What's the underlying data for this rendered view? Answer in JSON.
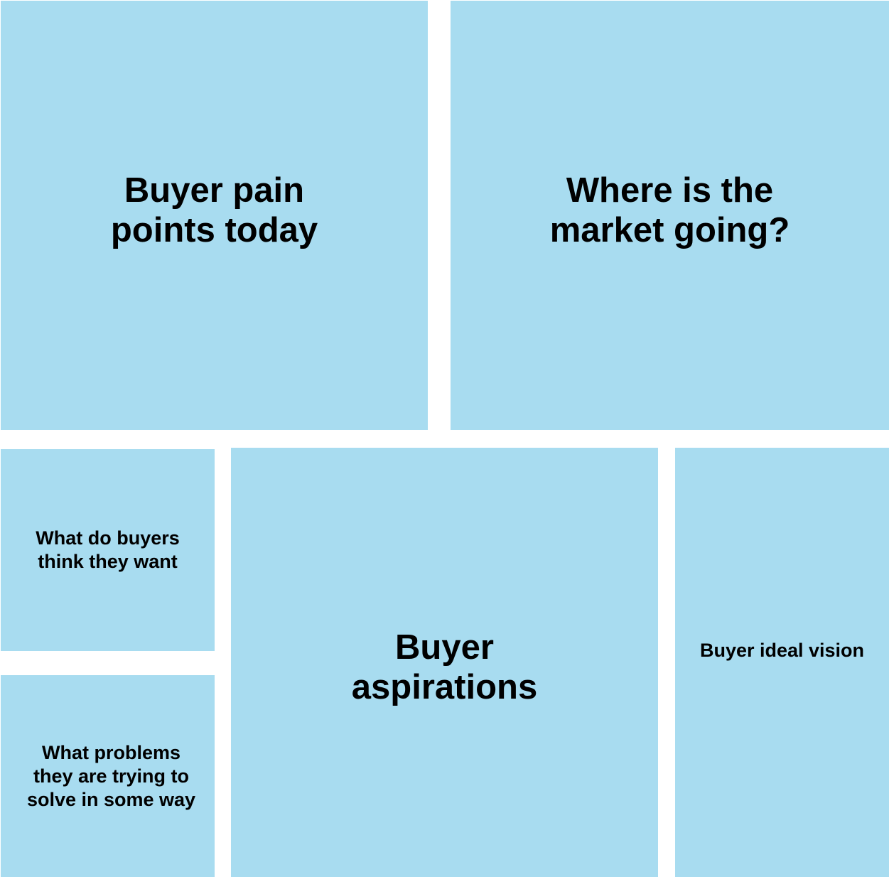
{
  "colors": {
    "box_fill": "#a8dcf0",
    "background": "#ffffff",
    "text": "#000000"
  },
  "boxes": {
    "pain_points": {
      "line1": "Buyer pain",
      "line2": "points today"
    },
    "market": {
      "line1": "Where is the",
      "line2": "market going?"
    },
    "think_want": {
      "line1": "What do buyers",
      "line2": "think they want"
    },
    "problems": {
      "line1": "What problems",
      "line2": "they are trying to",
      "line3": "solve in some way"
    },
    "aspirations": {
      "line1": "Buyer",
      "line2": "aspirations"
    },
    "ideal_vision": {
      "line1": "Buyer ideal vision"
    }
  }
}
